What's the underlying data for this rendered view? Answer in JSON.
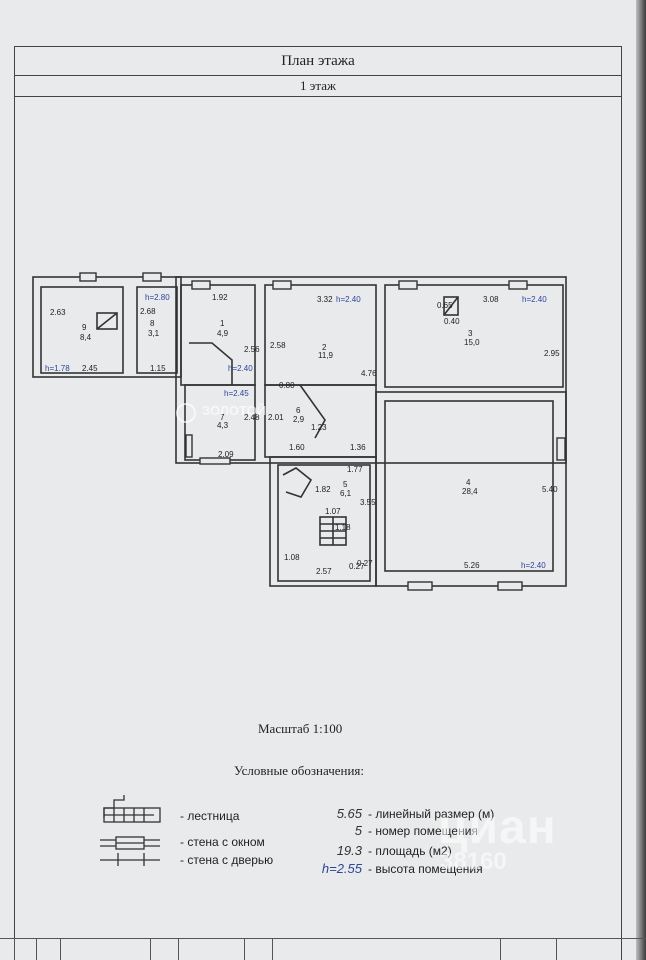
{
  "header": {
    "title": "План этажа",
    "floor": "1 этаж"
  },
  "rooms": [
    {
      "number": "9",
      "area": "8,4",
      "h": "h=1.78",
      "dims": [
        "2.63",
        "2.45"
      ]
    },
    {
      "number": "8",
      "area": "3,1",
      "h": "h=2.80",
      "dims": [
        "2.68",
        "1.15"
      ]
    },
    {
      "number": "1",
      "area": "4,9",
      "dims": [
        "1.92",
        "2.56"
      ]
    },
    {
      "number": "2",
      "area": "11,9",
      "h": "h=2.40",
      "dims": [
        "3.32",
        "2.58",
        "4.76"
      ]
    },
    {
      "number": "3",
      "area": "15,0",
      "h": "h=2.40",
      "dims": [
        "3.08",
        "2.95",
        "0.65",
        "0.40"
      ]
    },
    {
      "number": "7",
      "area": "4,3",
      "h": "h=2.45",
      "dims": [
        "2.09"
      ]
    },
    {
      "number": "6",
      "area": "2,9",
      "dims": [
        "0.80",
        "2.01",
        "1.23",
        "1.60",
        "1.36"
      ]
    },
    {
      "number": "5",
      "area": "6,1",
      "dims": [
        "1.77",
        "1.82",
        "3.55",
        "1.07",
        "1.18",
        "1.08",
        "2.57",
        "0.27",
        "0.27"
      ]
    },
    {
      "number": "4",
      "area": "28,4",
      "h": "h=2.40",
      "dims": [
        "5.40",
        "5.26"
      ]
    }
  ],
  "extra_labels": {
    "h_room1": "h=2.40",
    "dim_248": "2.48"
  },
  "scale": "Масштаб 1:100",
  "legend": {
    "title": "Условные обозначения:",
    "items": [
      {
        "label": "- лестница"
      },
      {
        "label": "- стена с окном"
      },
      {
        "label": "- стена с дверью"
      }
    ],
    "values": [
      {
        "value": "5.65",
        "label": "- линейный размер (м)"
      },
      {
        "value": "5",
        "label": "- номер помещения"
      },
      {
        "value": "19.3",
        "label": "- площадь (м2)"
      },
      {
        "value": "h=2.55",
        "label": "- высота помещения"
      }
    ]
  },
  "watermark": {
    "brand": "циан",
    "code": "38160",
    "logo": "ЗОЛОТОЙ"
  },
  "colors": {
    "paper": "#e9eaec",
    "line": "#333333",
    "blue": "#2a44a0"
  }
}
